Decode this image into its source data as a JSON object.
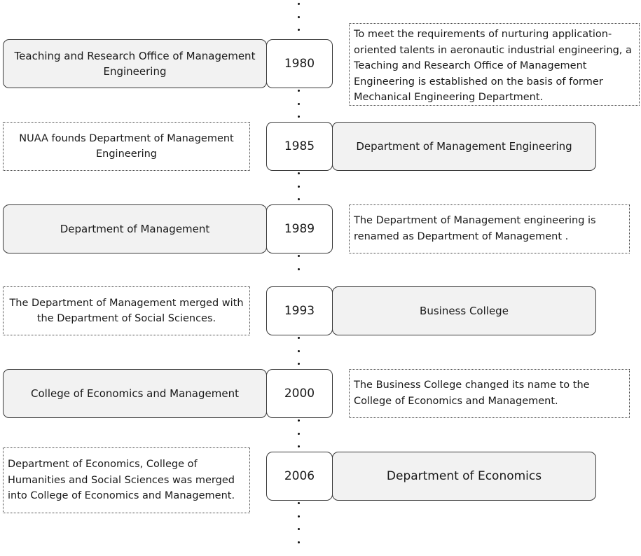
{
  "timeline": [
    {
      "year": "1980",
      "name": "Teaching and Research Office of Management Engineering",
      "note": "To meet the requirements of nurturing application-oriented talents in aeronautic industrial engineering, a Teaching and Research Office of Management Engineering is established on the basis of former Mechanical Engineering Department."
    },
    {
      "year": "1985",
      "name": "Department of Management Engineering",
      "note": "NUAA founds Department of Management Engineering"
    },
    {
      "year": "1989",
      "name": "Department of Management",
      "note": "The Department of Management engineering is renamed as Department of Management ."
    },
    {
      "year": "1993",
      "name": "Business College",
      "note": "The Department of Management merged with the Department of Social Sciences."
    },
    {
      "year": "2000",
      "name": "College of Economics and Management",
      "note": "The Business College changed its name to the College of Economics and Management."
    },
    {
      "year": "2006",
      "name": "Department of Economics",
      "note": "Department of Economics, College of Humanities and Social Sciences was merged into College of Economics and Management."
    }
  ]
}
